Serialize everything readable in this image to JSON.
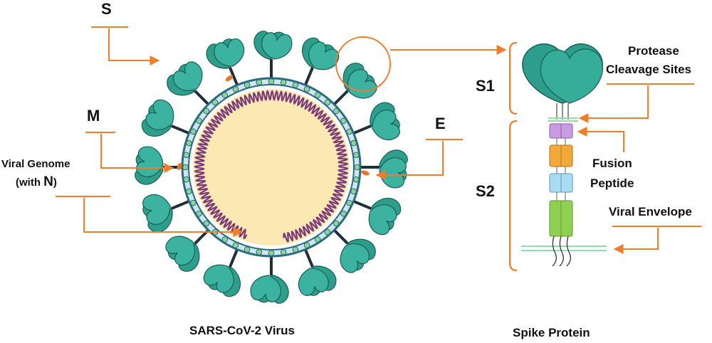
{
  "virus": {
    "labels": {
      "S": "S",
      "M": "M",
      "E": "E",
      "genome_line1": "Viral Genome",
      "genome_prefix": "(with ",
      "genome_N": "N",
      "genome_suffix": ")"
    },
    "caption": "SARS-CoV-2 Virus"
  },
  "spike": {
    "labels": {
      "S1": "S1",
      "S2": "S2",
      "protease_line1": "Protease",
      "protease_line2": "Cleavage Sites",
      "fusion_line1": "Fusion",
      "fusion_line2": "Peptide",
      "envelope": "Viral Envelope"
    },
    "caption": "Spike Protein"
  },
  "colors": {
    "spike_fill": "#2e9e8c",
    "spike_stroke": "#1b5e55",
    "core_fill": "#fbe8b3",
    "rna": "#7a3b78",
    "membrane_dot": "#8fd39b",
    "membrane_ring": "#2b6b80",
    "arrow": "#f07d2a",
    "segment_purple": "#c99be0",
    "segment_orange": "#f2a93b",
    "segment_blue": "#a9dcf3",
    "segment_green": "#8ed152",
    "envelope_line": "#8fe0a4"
  }
}
